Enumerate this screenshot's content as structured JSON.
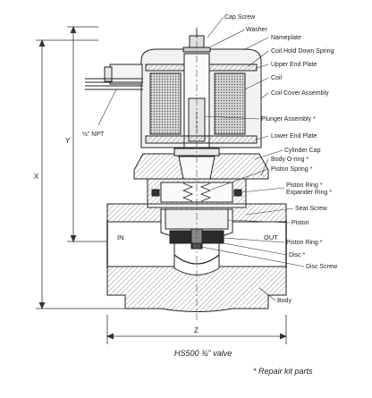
{
  "diagram": {
    "caption": "HS500 ¾\" valve",
    "footnote": "* Repair kit parts",
    "npt_label": "½\" NPT",
    "ports": {
      "inlet": "IN",
      "outlet": "OUT"
    },
    "dimensions": {
      "x": "X",
      "y": "Y",
      "z": "Z"
    },
    "callouts": [
      "Cap Screw",
      "Washer",
      "Nameplate",
      "Coil Hold Down Spring",
      "Upper End Plate",
      "Coil",
      "Coil Cover Assembly",
      "Plunger Assembly *",
      "Lower End Plate",
      "Cylinder Cap",
      "Body O-ring *",
      "Piston Spring *",
      "Piston Ring *",
      "Expander Ring *",
      "Seat Screw",
      "Piston",
      "Piston Ring *",
      "Disc *",
      "Disc Screw",
      "Body"
    ]
  }
}
